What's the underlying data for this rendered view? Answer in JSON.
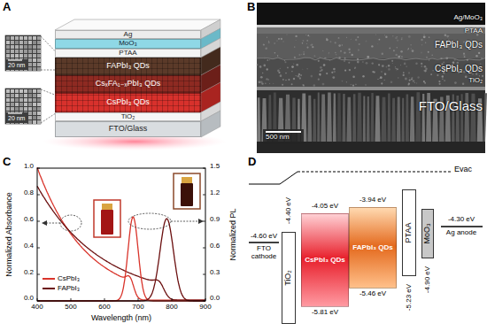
{
  "diagram": {
    "nodes": [
      {
        "text": [
          "Ag"
        ]
      },
      {
        "text": [
          "MoO₃"
        ]
      },
      {
        "text": [
          "PTAA"
        ]
      },
      {
        "text": [
          "FAPbI₃ QDs"
        ]
      },
      {
        "text": [
          "CsₓFA₁₋ₓPbI₃ QDs"
        ]
      },
      {
        "text": [
          "CsPbI₃ QDs"
        ]
      },
      {
        "text": [
          "TiO₂"
        ]
      },
      {
        "text": [
          "FTO/Glass"
        ]
      },
      {
        "text": [
          "TiO₂"
        ]
      },
      {
        "text": [
          "CsPbI₃ QDs"
        ]
      },
      {
        "text": [
          "FAPbI₃ QDs"
        ]
      },
      {
        "text": [
          "PTAA"
        ]
      },
      {
        "text": [
          "MoO₃"
        ]
      }
    ],
    "labels": [
      "A",
      "20 nm",
      "20 nm",
      "B",
      "Ag/MoO₃",
      "PTAA",
      "FAPbI₃ QDs",
      "CsPbI₃ QDs",
      "TiO₂",
      "FTO/Glass",
      "500 nm",
      "C",
      "1.0",
      "0.8",
      "0.6",
      "0.4",
      "0.2",
      "0.0",
      "1.5",
      "1.2",
      "0.9",
      "0.6",
      "0.3",
      "0.0",
      "400",
      "500",
      "600",
      "700",
      "800",
      "900",
      "Wavelength (nm)",
      "Normalized Absorbance",
      "Normalized PL",
      "D",
      "Evac",
      "-4.60 eV",
      "FTO cathode",
      "-4.40 eV",
      "-4.05 eV",
      "-5.81 eV",
      "-3.94 eV",
      "-5.46 eV",
      "-5.23 eV",
      "-4.90 eV",
      "-4.30 eV",
      "Ag anode"
    ],
    "legend": [
      {
        "text": "CsPbI₃"
      },
      {
        "text": "FAPbI₃"
      }
    ]
  }
}
